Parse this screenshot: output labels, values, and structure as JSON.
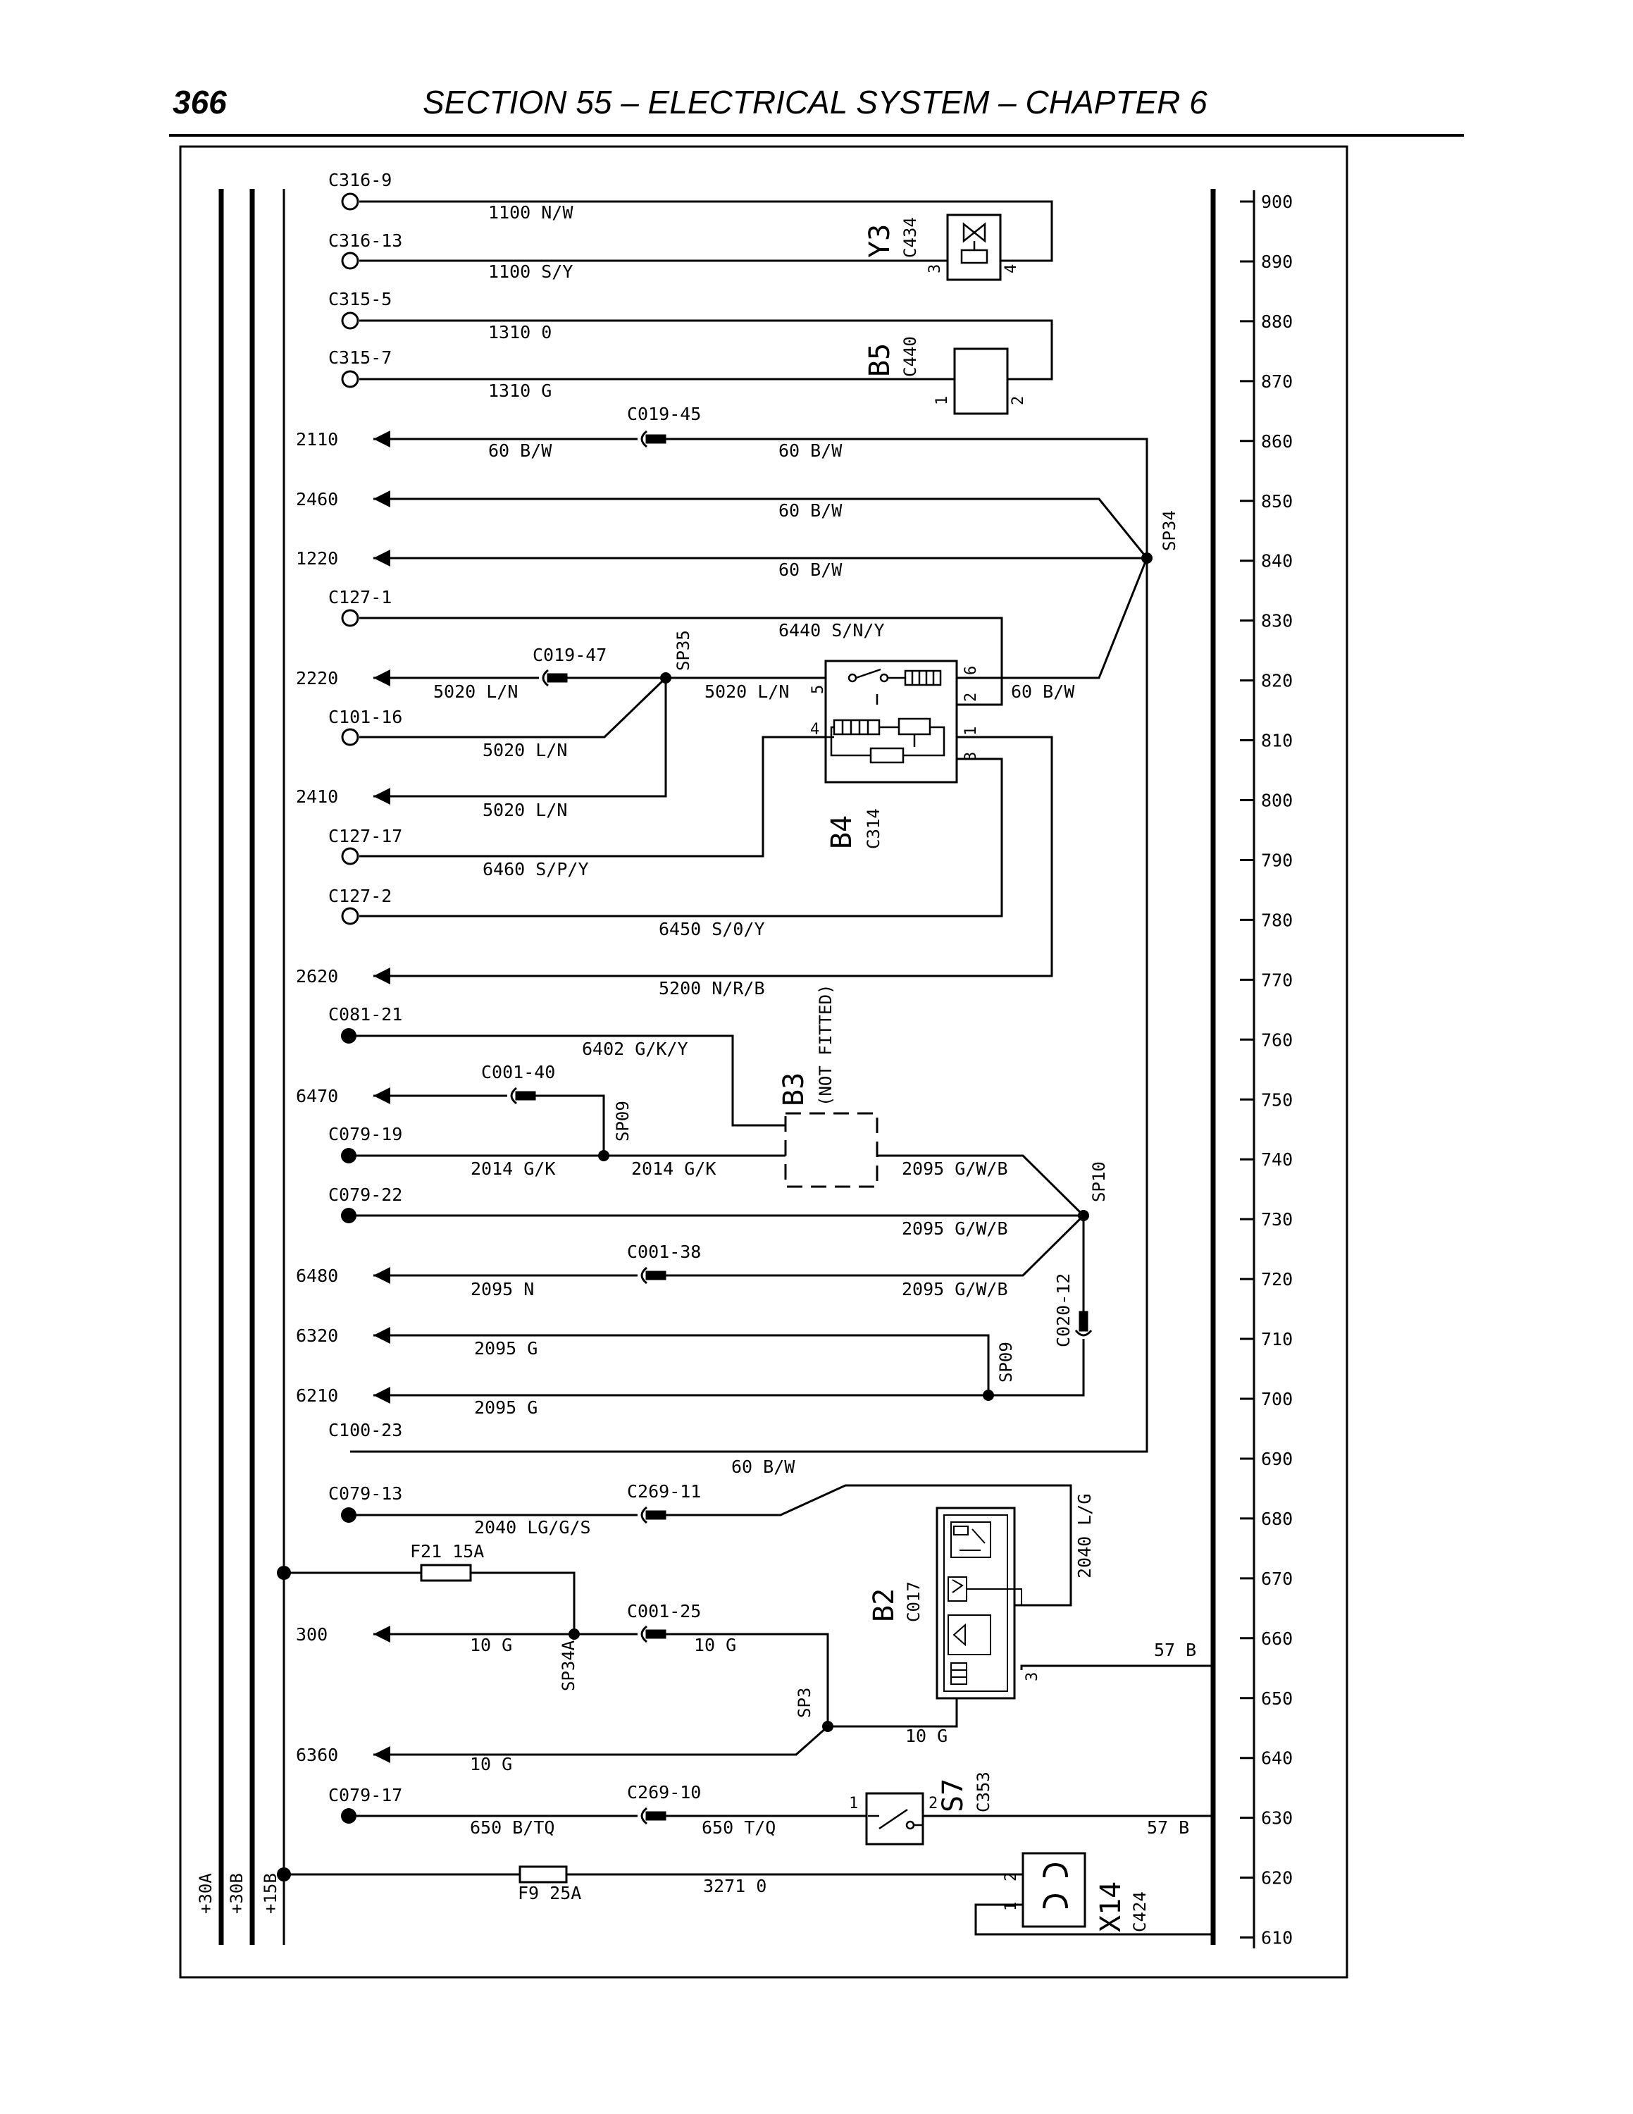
{
  "header": {
    "page_number": "366",
    "title": "SECTION 55 – ELECTRICAL SYSTEM – CHAPTER 6"
  },
  "power_rails": [
    "+30A",
    "+30B",
    "+15B"
  ],
  "row_scale": [
    "900",
    "890",
    "880",
    "870",
    "860",
    "850",
    "840",
    "830",
    "820",
    "810",
    "800",
    "790",
    "780",
    "770",
    "760",
    "750",
    "740",
    "730",
    "720",
    "710",
    "700",
    "690",
    "680",
    "670",
    "660",
    "650",
    "640",
    "630",
    "620",
    "610"
  ],
  "connectors": [
    "C316-9",
    "C316-13",
    "C315-5",
    "C315-7",
    "C127-1",
    "C101-16",
    "C127-17",
    "C127-2",
    "C081-21",
    "C079-19",
    "C079-22",
    "C100-23",
    "C079-13",
    "C079-17"
  ],
  "ref_arrows": [
    "2110",
    "2460",
    "1220",
    "2220",
    "2410",
    "2620",
    "6470",
    "6480",
    "6320",
    "6210",
    "300",
    "6360"
  ],
  "inline_connectors": [
    "C019-45",
    "C019-47",
    "C001-40",
    "C001-38",
    "C020-12",
    "C269-11",
    "C001-25",
    "C269-10"
  ],
  "wire_labels": [
    "1100 N/W",
    "1100 S/Y",
    "1310  0",
    "1310 G",
    "60 B/W",
    "60 B/W",
    "60 B/W",
    "60 B/W",
    "6440 S/N/Y",
    "5020 L/N",
    "5020 L/N",
    "60 B/W",
    "5020 L/N",
    "5020 L/N",
    "6460 S/P/Y",
    "6450 S/0/Y",
    "5200 N/R/B",
    "6402 G/K/Y",
    "2014 G/K",
    "2014 G/K",
    "2095 G/W/B",
    "2095 G/W/B",
    "2095 N",
    "2095 G/W/B",
    "2095 G",
    "2095 G",
    "60 B/W",
    "2040 LG/G/S",
    "2040 L/G",
    "10 G",
    "10 G",
    "57 B",
    "10 G",
    "10 G",
    "650 B/TQ",
    "650 T/Q",
    "57 B",
    "3271 0"
  ],
  "fuses": [
    "F21 15A",
    "F9 25A"
  ],
  "splices": [
    "SP34",
    "SP35",
    "SP09",
    "SP10",
    "SP09",
    "SP34A",
    "SP3"
  ],
  "components": {
    "y3": {
      "name": "Y3",
      "conn": "C434"
    },
    "b5": {
      "name": "B5",
      "conn": "C440"
    },
    "b4": {
      "name": "B4",
      "conn": "C314"
    },
    "b3": {
      "name": "B3",
      "note": "(NOT FITTED)"
    },
    "b2": {
      "name": "B2",
      "conn": "C017"
    },
    "s7": {
      "name": "S7",
      "conn": "C353"
    },
    "x14": {
      "name": "X14",
      "conn": "C424"
    }
  },
  "pins": {
    "y3": [
      "3",
      "4"
    ],
    "b5": [
      "1",
      "2"
    ],
    "b4": [
      "5",
      "6",
      "2",
      "4",
      "1",
      "3"
    ],
    "b2": [
      "3"
    ],
    "s7": [
      "1",
      "2"
    ],
    "x14": [
      "2",
      "1"
    ]
  }
}
